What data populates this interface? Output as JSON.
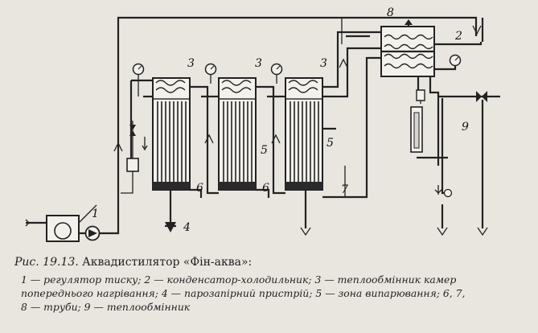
{
  "diagram_labels": {
    "n1": "1",
    "n2": "2",
    "n3a": "3",
    "n3b": "3",
    "n3c": "3",
    "n4": "4",
    "n5a": "5",
    "n5b": "5",
    "n6a": "6",
    "n6b": "6",
    "n7": "7",
    "n8": "8",
    "n9": "9"
  },
  "caption": {
    "figure": "Рис. 19.13.",
    "title": "Аквадистилятор «Фін-аква»:",
    "legend_line1": "1 — регулятор тиску; 2 — конденсатор-холодильник; 3 — теплообмінник камер",
    "legend_line2": "попереднього нагрівання; 4 — парозапірний пристрій; 5 — зона випарювання; 6, 7,",
    "legend_line3": "8 — труби; 9 — теплообмінник"
  },
  "colors": {
    "paper": "#e9e6e0",
    "ink": "#222222",
    "fill_dark": "#2a2a2a"
  }
}
